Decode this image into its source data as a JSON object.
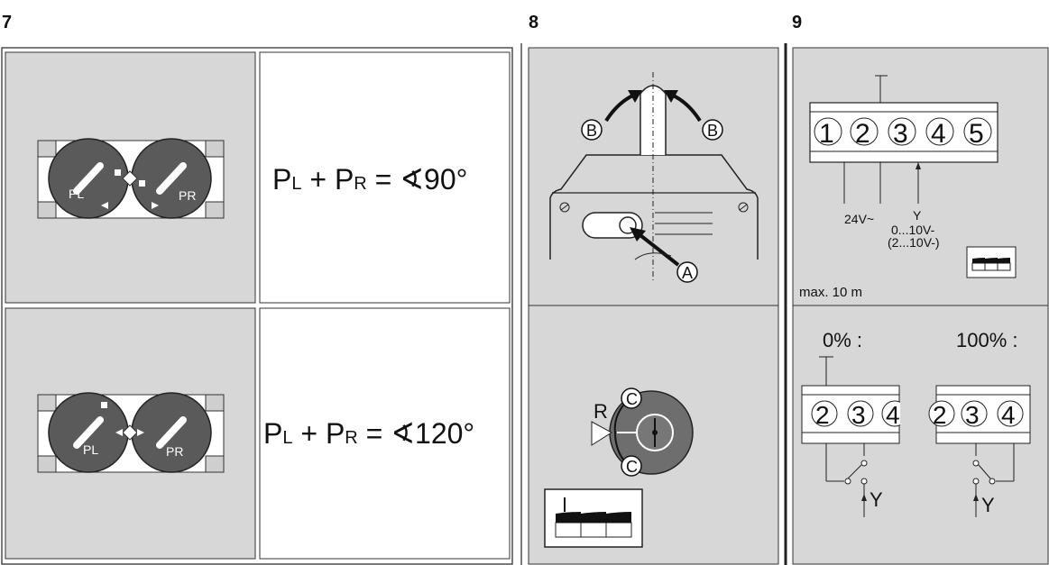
{
  "figures": [
    {
      "number": "7"
    },
    {
      "number": "8"
    },
    {
      "number": "9"
    }
  ],
  "fig7": {
    "formula_top": {
      "p": "P",
      "l": "L",
      "plus": " + ",
      "r": "R",
      "eq": " = ",
      "angle_sym": "∢",
      "value": "90°"
    },
    "formula_bottom": {
      "p": "P",
      "l": "L",
      "plus": " + ",
      "r": "R",
      "eq": " = ",
      "angle_sym": "∢",
      "value": "120°"
    },
    "dial_left_label": "PL",
    "dial_right_label": "PR"
  },
  "fig8": {
    "label_a": "A",
    "label_b": "B",
    "label_c": "C",
    "label_r": "R"
  },
  "fig9": {
    "terminals_top": [
      "1",
      "2",
      "3",
      "4",
      "5"
    ],
    "supply_label": "24V~",
    "signal_label": "Y",
    "signal_range_1": "0...10V-",
    "signal_range_2": "(2...10V-)",
    "max_length": "max. 10 m",
    "label_0pct": "0% :",
    "label_100pct": "100% :",
    "terminals_left": [
      "2",
      "3",
      "4"
    ],
    "terminals_right": [
      "2",
      "3",
      "4"
    ],
    "y_left": "Y",
    "y_right": "Y"
  }
}
